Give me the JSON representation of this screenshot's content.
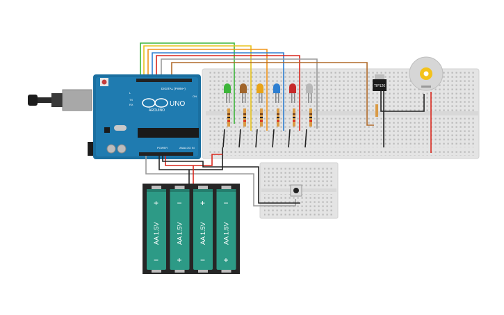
{
  "arduino": {
    "brand": "ARDUINO",
    "model": "UNO",
    "digital_label": "DIGITAL (PWM~)",
    "power_label": "POWER",
    "analog_label": "ANALOG IN",
    "tx": "TX",
    "rx": "RX",
    "l": "L",
    "on": "ON"
  },
  "transistor": {
    "label": "TIP120"
  },
  "battery": {
    "cells": [
      {
        "top": "+",
        "bottom": "−",
        "label": "AA 1.5V"
      },
      {
        "top": "−",
        "bottom": "+",
        "label": "AA 1.5V"
      },
      {
        "top": "+",
        "bottom": "−",
        "label": "AA 1.5V"
      },
      {
        "top": "−",
        "bottom": "+",
        "label": "AA 1.5V"
      }
    ]
  },
  "leds": [
    {
      "color": "#3db53a"
    },
    {
      "color": "#a0652b"
    },
    {
      "color": "#e8a317"
    },
    {
      "color": "#2e7fd1"
    },
    {
      "color": "#c62a2a"
    },
    {
      "color": "#b8b8b8"
    }
  ],
  "wire_colors": {
    "green": "#3db53a",
    "yellow": "#e8c31c",
    "orange": "#f0951a",
    "blue": "#2e7fd1",
    "red": "#d9261c",
    "gray": "#9a9a9a",
    "brown": "#b06a2a",
    "black": "#222222"
  }
}
